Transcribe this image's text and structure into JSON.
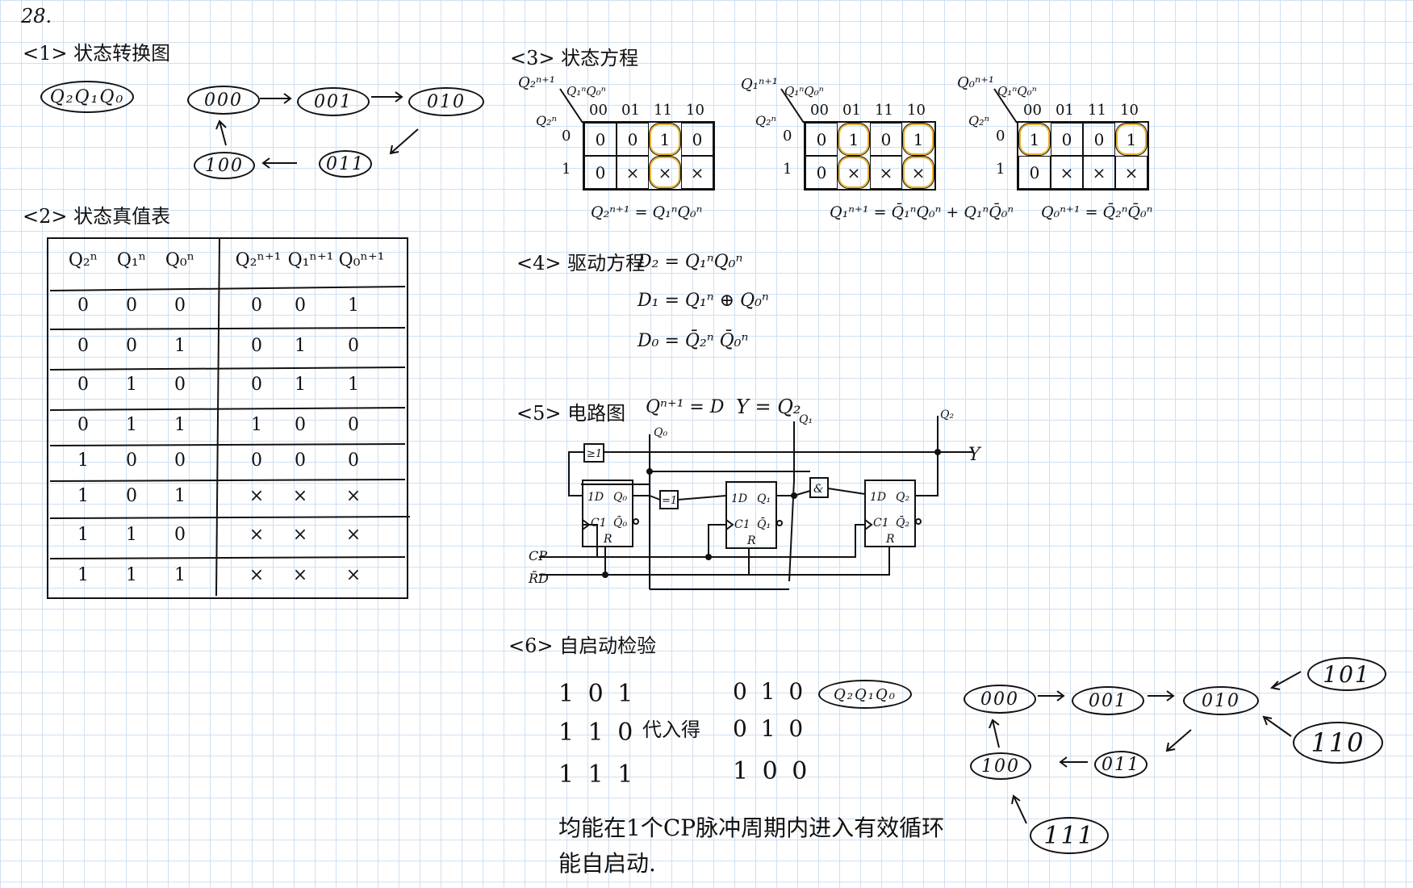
{
  "problem_number": "28.",
  "s1": {
    "title": "<1> 状态转换图",
    "legend": "Q₂Q₁Q₀",
    "states": [
      "000",
      "001",
      "010",
      "011",
      "100"
    ]
  },
  "s2": {
    "title": "<2> 状态真值表",
    "headers": [
      "Q₂ⁿ",
      "Q₁ⁿ",
      "Q₀ⁿ",
      "Q₂ⁿ⁺¹",
      "Q₁ⁿ⁺¹",
      "Q₀ⁿ⁺¹"
    ],
    "rows": [
      [
        "0",
        "0",
        "0",
        "0",
        "0",
        "1"
      ],
      [
        "0",
        "0",
        "1",
        "0",
        "1",
        "0"
      ],
      [
        "0",
        "1",
        "0",
        "0",
        "1",
        "1"
      ],
      [
        "0",
        "1",
        "1",
        "1",
        "0",
        "0"
      ],
      [
        "1",
        "0",
        "0",
        "0",
        "0",
        "0"
      ],
      [
        "1",
        "0",
        "1",
        "×",
        "×",
        "×"
      ],
      [
        "1",
        "1",
        "0",
        "×",
        "×",
        "×"
      ],
      [
        "1",
        "1",
        "1",
        "×",
        "×",
        "×"
      ]
    ]
  },
  "s3": {
    "title": "<3> 状态方程",
    "col_labels": [
      "00",
      "01",
      "11",
      "10"
    ],
    "row_labels": [
      "0",
      "1"
    ],
    "maps": [
      {
        "out": "Q₂ⁿ⁺¹",
        "vars": "Q₁ⁿQ₀ⁿ",
        "rowvar": "Q₂ⁿ",
        "cells": [
          "0",
          "0",
          "1",
          "0",
          "0",
          "×",
          "×",
          "×"
        ],
        "eq": "Q₂ⁿ⁺¹ = Q₁ⁿQ₀ⁿ"
      },
      {
        "out": "Q₁ⁿ⁺¹",
        "vars": "Q₁ⁿQ₀ⁿ",
        "rowvar": "Q₂ⁿ",
        "cells": [
          "0",
          "1",
          "0",
          "1",
          "0",
          "×",
          "×",
          "×"
        ],
        "eq": "Q₁ⁿ⁺¹ = Q̄₁ⁿQ₀ⁿ + Q₁ⁿQ̄₀ⁿ"
      },
      {
        "out": "Q₀ⁿ⁺¹",
        "vars": "Q₁ⁿQ₀ⁿ",
        "rowvar": "Q₂ⁿ",
        "cells": [
          "1",
          "0",
          "0",
          "1",
          "0",
          "×",
          "×",
          "×"
        ],
        "eq": "Q₀ⁿ⁺¹ = Q̄₂ⁿQ̄₀ⁿ"
      }
    ]
  },
  "s4": {
    "title": "<4> 驱动方程",
    "eqs": [
      "D₂ = Q₁ⁿQ₀ⁿ",
      "D₁ = Q₁ⁿ ⊕ Q₀ⁿ",
      "D₀ = Q̄₂ⁿ Q̄₀ⁿ"
    ]
  },
  "s5": {
    "title": "<5> 电路图",
    "note1": "Qⁿ⁺¹ = D",
    "note2": "Y = Q₂",
    "labels": {
      "q0": "Q₀",
      "q1": "Q₁",
      "q2": "Q₂",
      "y": "Y",
      "cp": "CP",
      "rd": "R̄D",
      "g_or": "≥1",
      "g_xor": "=1",
      "g_and": "&",
      "ff": [
        "1D",
        "C1",
        "R"
      ],
      "ff_q": [
        "Q₀",
        "Q₁",
        "Q₂"
      ],
      "ff_qb": [
        "Q̄₀",
        "Q̄₁",
        "Q̄₂"
      ]
    }
  },
  "s6": {
    "title": "<6> 自启动检验",
    "inputs": [
      "1 0 1",
      "1 1 0",
      "1 1 1"
    ],
    "sub": "代入得",
    "outputs": [
      "0 1 0",
      "0 1 0",
      "1 0 0"
    ],
    "legend": "Q₂Q₁Q₀",
    "states": [
      "000",
      "001",
      "010",
      "011",
      "100"
    ],
    "extra": [
      "101",
      "110",
      "111"
    ],
    "conclusion1": "均能在1个CP脉冲周期内进入有效循环",
    "conclusion2": "能自启动."
  }
}
